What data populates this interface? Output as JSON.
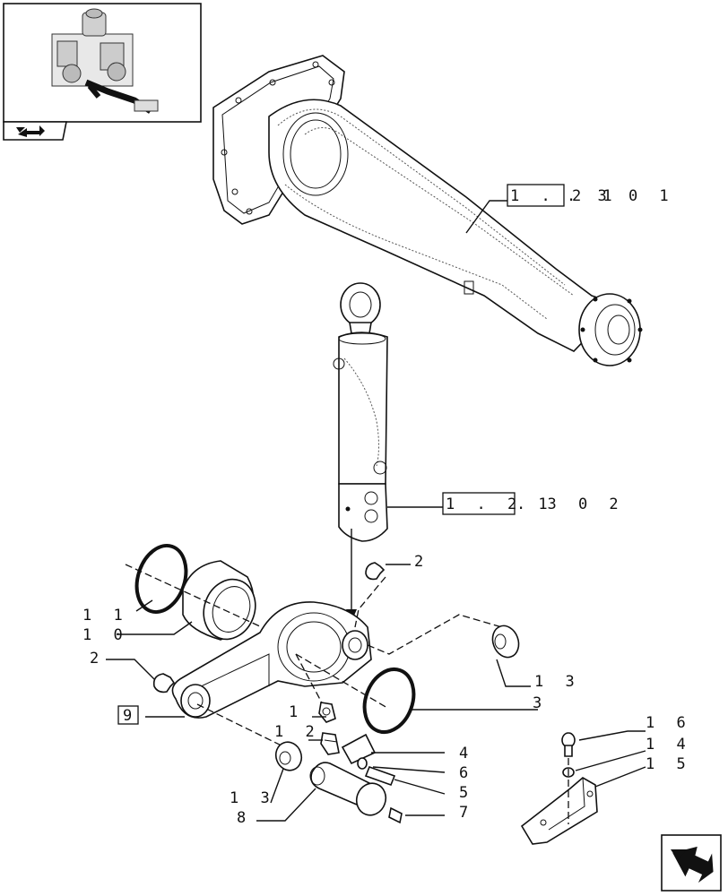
{
  "refs": {
    "axle_ref": {
      "section": "1 . 2 1",
      "rest": ". 3   0 1"
    },
    "cylinder_ref": {
      "section": "1 . 2 1",
      "rest": ". 3   0 2"
    }
  },
  "labels": {
    "p1": "1",
    "p2a": "2",
    "p2b": "2",
    "p3": "3",
    "p4": "4",
    "p5": "5",
    "p6": "6",
    "p7": "7",
    "p8": "8",
    "p9": "9",
    "p10": "1 0",
    "p11": "1 1",
    "p12": "1 2",
    "p13a": "1 3",
    "p13b": "1 3",
    "p14": "1 4",
    "p15": "1 5",
    "p16": "1 6"
  },
  "icons": {
    "thumbnail": "tractor-overview-thumbnail",
    "thumb_nav": "page-forward-icon",
    "bottom_nav": "next-page-arrow-icon"
  }
}
